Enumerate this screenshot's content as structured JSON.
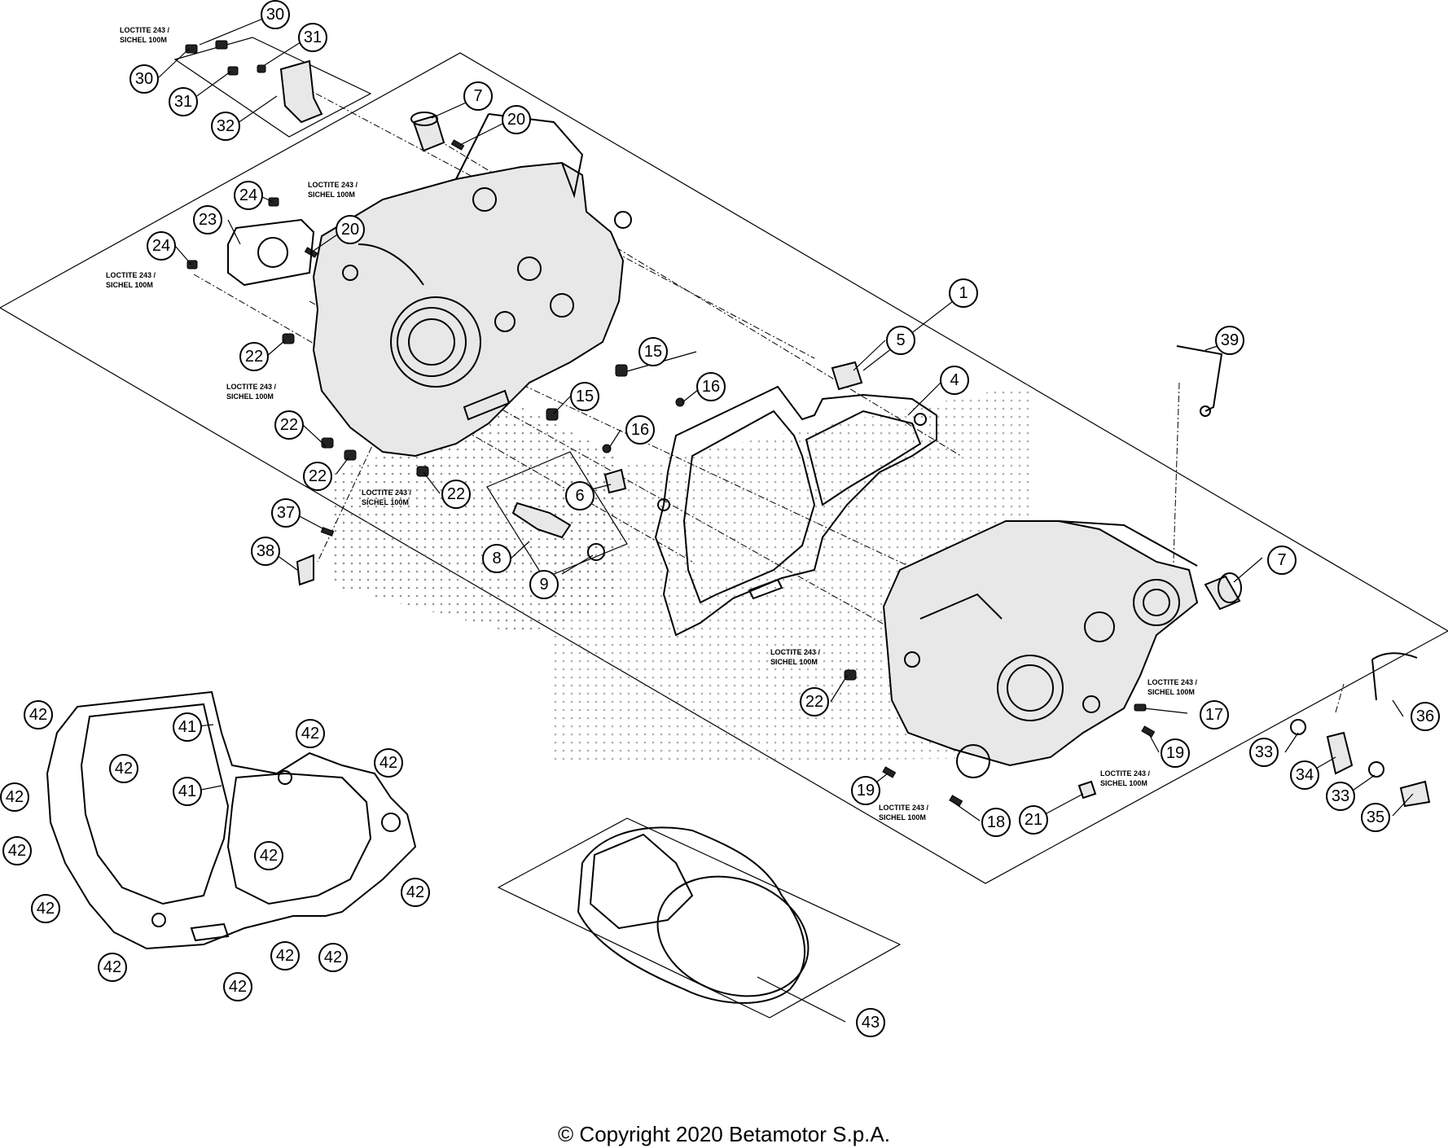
{
  "callouts": {
    "c1": "1",
    "c4": "4",
    "c5": "5",
    "c6": "6",
    "c7a": "7",
    "c7b": "7",
    "c8": "8",
    "c9": "9",
    "c15a": "15",
    "c15b": "15",
    "c16a": "16",
    "c16b": "16",
    "c17": "17",
    "c18": "18",
    "c19a": "19",
    "c19b": "19",
    "c20a": "20",
    "c20b": "20",
    "c21": "21",
    "c22a": "22",
    "c22b": "22",
    "c22c": "22",
    "c22d": "22",
    "c22e": "22",
    "c23": "23",
    "c24a": "24",
    "c24b": "24",
    "c30a": "30",
    "c30b": "30",
    "c31a": "31",
    "c31b": "31",
    "c32": "32",
    "c33a": "33",
    "c33b": "33",
    "c34": "34",
    "c35": "35",
    "c36": "36",
    "c37": "37",
    "c38": "38",
    "c39": "39",
    "c41a": "41",
    "c41b": "41",
    "c42a": "42",
    "c42b": "42",
    "c42c": "42",
    "c42d": "42",
    "c42e": "42",
    "c42f": "42",
    "c42g": "42",
    "c42h": "42",
    "c42i": "42",
    "c42j": "42",
    "c42k": "42",
    "c42l": "42",
    "c42m": "42",
    "c42n": "42",
    "c43": "43"
  },
  "notes": {
    "loctite_line1": "LOCTITE 243 /",
    "loctite_line2": "SICHEL 100M"
  },
  "footer": {
    "copyright": "© Copyright 2020 Betamotor S.p.A."
  }
}
